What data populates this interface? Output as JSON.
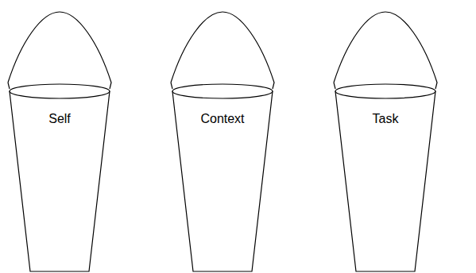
{
  "diagram": {
    "nodes": [
      {
        "text": [
          "Self"
        ]
      },
      {
        "text": [
          "Context"
        ]
      },
      {
        "text": [
          "Task"
        ]
      }
    ]
  }
}
